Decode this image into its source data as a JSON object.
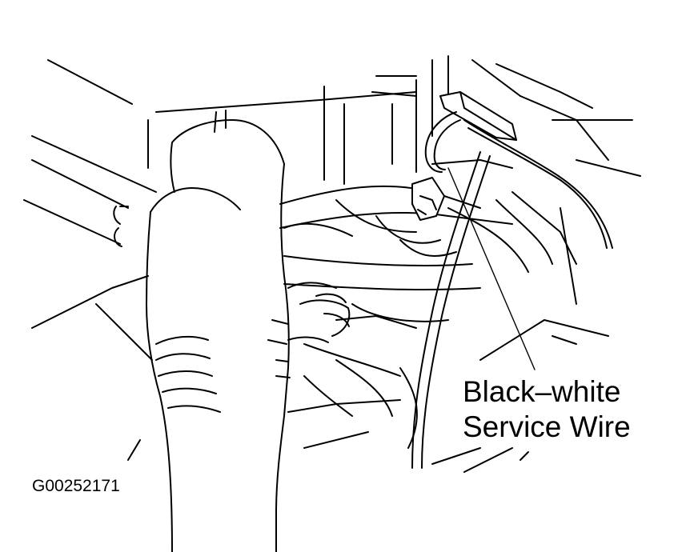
{
  "figure": {
    "callout": {
      "line1": "Black–white",
      "line2": "Service Wire"
    },
    "figure_id": "G00252171",
    "icons": [
      "engine-bay-line-art",
      "hand-icon",
      "service-wire-icon",
      "connector-icon"
    ]
  }
}
